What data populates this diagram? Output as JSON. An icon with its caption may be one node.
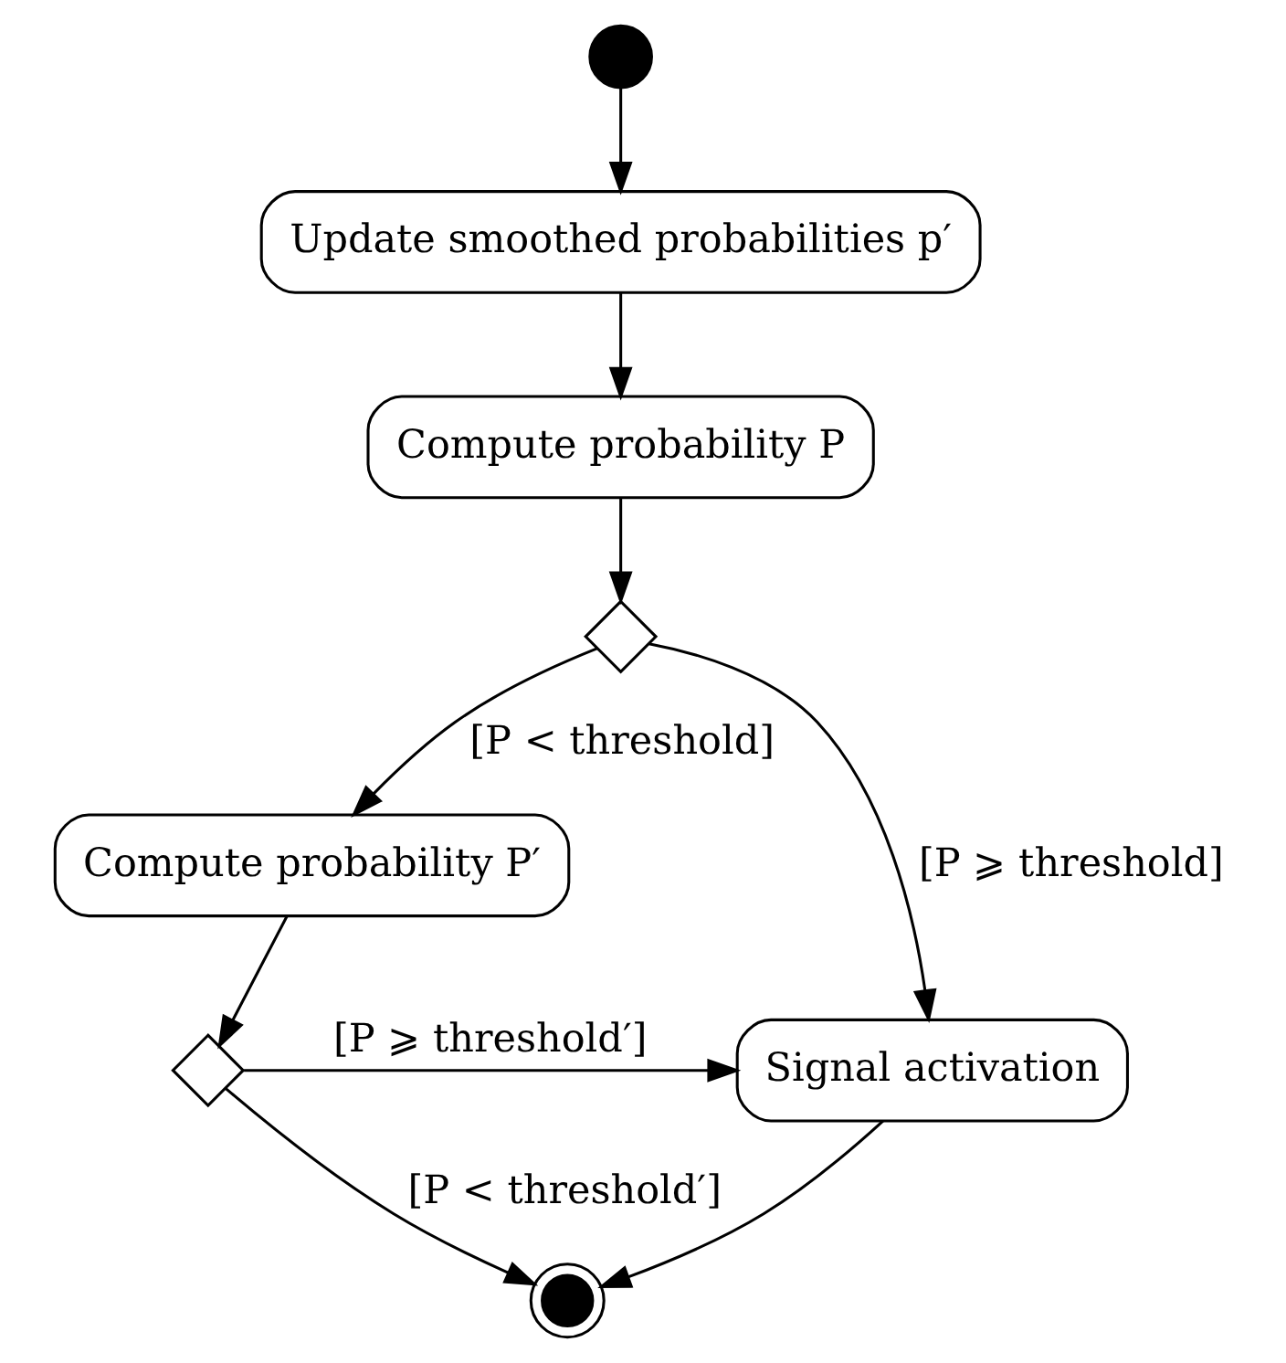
{
  "diagram": {
    "nodes": [
      {
        "text": [],
        "shape": "circle"
      },
      {
        "text": [
          "Update smoothed probabilities p′"
        ]
      },
      {
        "text": [
          "Compute probability P"
        ]
      },
      {
        "text": [],
        "shape": "diamond"
      },
      {
        "text": [
          "Compute probability P′"
        ]
      },
      {
        "text": [],
        "shape": "diamond"
      },
      {
        "text": [
          "Signal activation"
        ]
      },
      {
        "text": [],
        "shape": "circle"
      }
    ],
    "edges": [
      {
        "from": 0,
        "to": 1,
        "arrow": "to"
      },
      {
        "from": 1,
        "to": 2,
        "arrow": "to"
      },
      {
        "from": 2,
        "to": 3,
        "arrow": "to"
      },
      {
        "from": 3,
        "to": 6,
        "arrow": "to",
        "label": "[P ⩾ threshold]"
      },
      {
        "from": 3,
        "to": 4,
        "arrow": "to",
        "label": "[P < threshold]"
      },
      {
        "from": 4,
        "to": 5,
        "arrow": "to"
      },
      {
        "from": 5,
        "to": 6,
        "arrow": "to",
        "label": "[P ⩾ threshold′]"
      },
      {
        "from": 5,
        "to": 7,
        "arrow": "to",
        "label": "[P < threshold′]"
      },
      {
        "from": 6,
        "to": 7,
        "arrow": "to"
      }
    ]
  }
}
